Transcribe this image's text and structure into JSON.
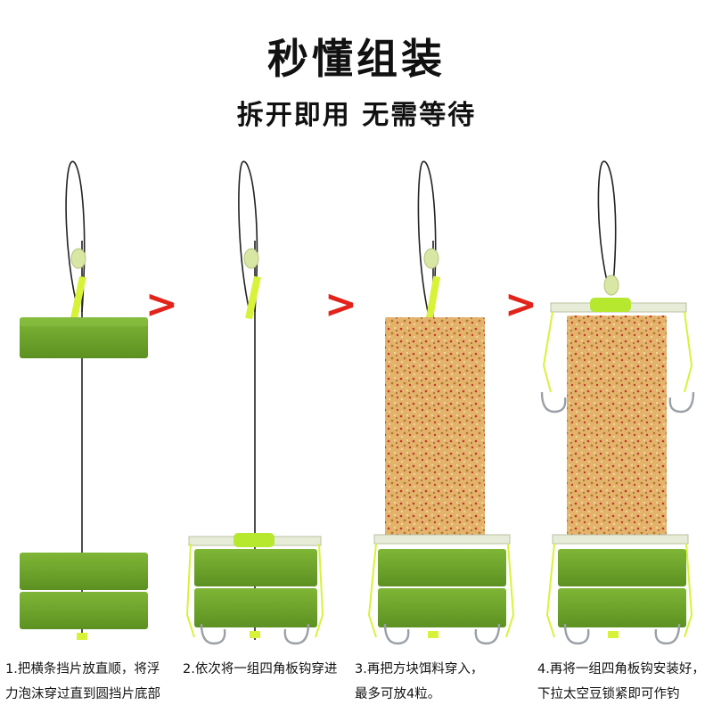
{
  "header": {
    "title": "秒懂组装",
    "subtitle": "拆开即用 无需等待"
  },
  "steps": [
    {
      "line1": "1.把横条挡片放直顺，将浮",
      "line2": "力泡沫穿过直到圆挡片底部"
    },
    {
      "line1": "2.依次将一组四角板钩穿进",
      "line2": ""
    },
    {
      "line1": "3.再把方块饵料穿入，",
      "line2": "最多可放4粒。"
    },
    {
      "line1": "4.再将一组四角板钩安装好，",
      "line2": "下拉太空豆锁紧即可作钓"
    }
  ],
  "arrow_symbol": ">",
  "colors": {
    "foam": "#6ea52a",
    "foam_dark": "#4e7c18",
    "bait": "#e5b36a",
    "bait_speck": "#c2362a",
    "arrow": "#e2231a",
    "lime": "#d8f23a",
    "bead": "#d9e7a4",
    "hook": "#9aa0a6"
  }
}
